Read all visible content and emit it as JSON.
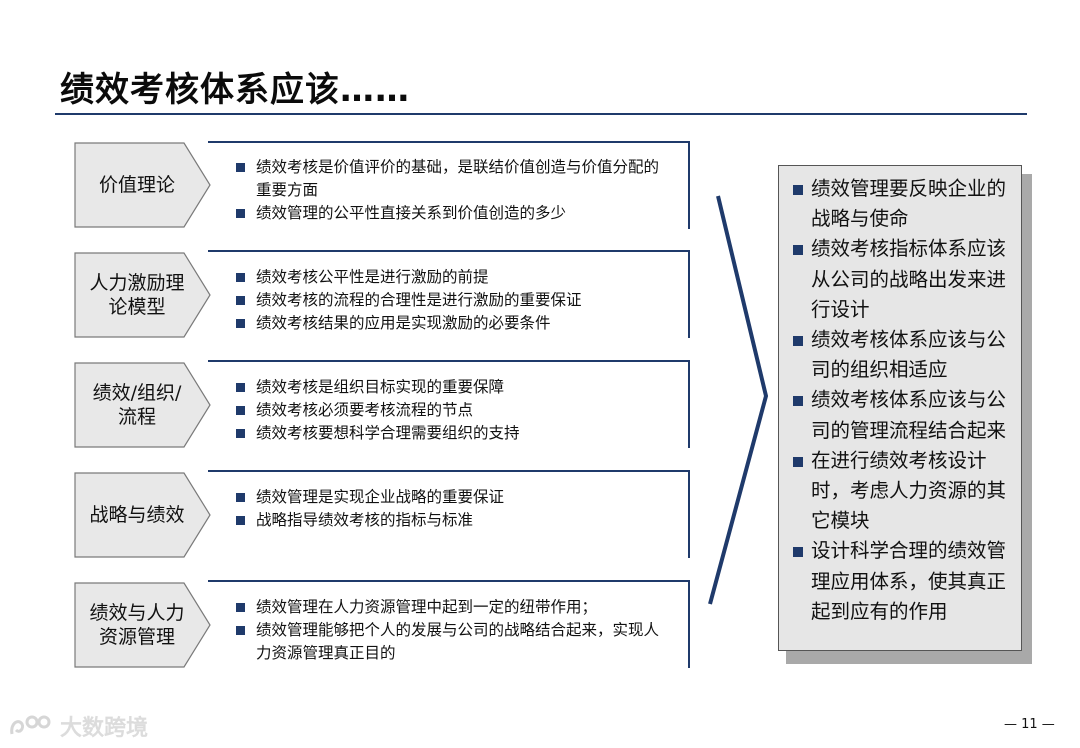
{
  "title": "绩效考核体系应该……",
  "rows": [
    {
      "label": "价值理论",
      "bullets": [
        "绩效考核是价值评价的基础，是联结价值创造与价值分配的重要方面",
        "绩效管理的公平性直接关系到价值创造的多少"
      ]
    },
    {
      "label": "人力激励理论模型",
      "bullets": [
        "绩效考核公平性是进行激励的前提",
        "绩效考核的流程的合理性是进行激励的重要保证",
        "绩效考核结果的应用是实现激励的必要条件"
      ]
    },
    {
      "label": "绩效/组织/流程",
      "bullets": [
        "绩效考核是组织目标实现的重要保障",
        "绩效考核必须要考核流程的节点",
        "绩效考核要想科学合理需要组织的支持"
      ]
    },
    {
      "label": "战略与绩效",
      "bullets": [
        "绩效管理是实现企业战略的重要保证",
        "战略指导绩效考核的指标与标准"
      ]
    },
    {
      "label": "绩效与人力资源管理",
      "bullets": [
        "绩效管理在人力资源管理中起到一定的纽带作用；",
        "绩效管理能够把个人的发展与公司的战略结合起来，实现人力资源管理真正目的"
      ]
    }
  ],
  "summary": [
    "绩效管理要反映企业的战略与使命",
    "绩效考核指标体系应该从公司的战略出发来进行设计",
    "绩效考核体系应该与公司的组织相适应",
    "绩效考核体系应该与公司的管理流程结合起来",
    "在进行绩效考核设计时，考虑人力资源的其它模块",
    "设计科学合理的绩效管理应用体系，使其真正起到应有的作用"
  ],
  "watermark": "大数跨境",
  "page_number": "— 11 —",
  "colors": {
    "accent": "#1f3a6b",
    "label_fill": "#e8e8e8",
    "summary_fill": "#e6e6e6"
  }
}
